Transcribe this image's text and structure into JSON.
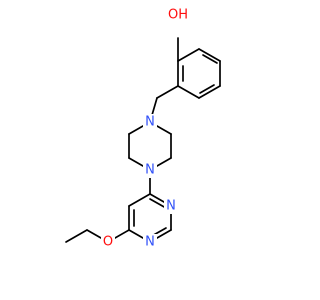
{
  "molecule": {
    "atoms": {
      "oh": {
        "label": "OH",
        "color": "#ff0d0d"
      },
      "n_pip_top": {
        "label": "N",
        "color": "#3050f8"
      },
      "n_pip_bottom": {
        "label": "N",
        "color": "#3050f8"
      },
      "n_pyr_1": {
        "label": "N",
        "color": "#3050f8"
      },
      "n_pyr_2": {
        "label": "N",
        "color": "#3050f8"
      },
      "o_ether": {
        "label": "O",
        "color": "#ff0d0d"
      }
    }
  }
}
